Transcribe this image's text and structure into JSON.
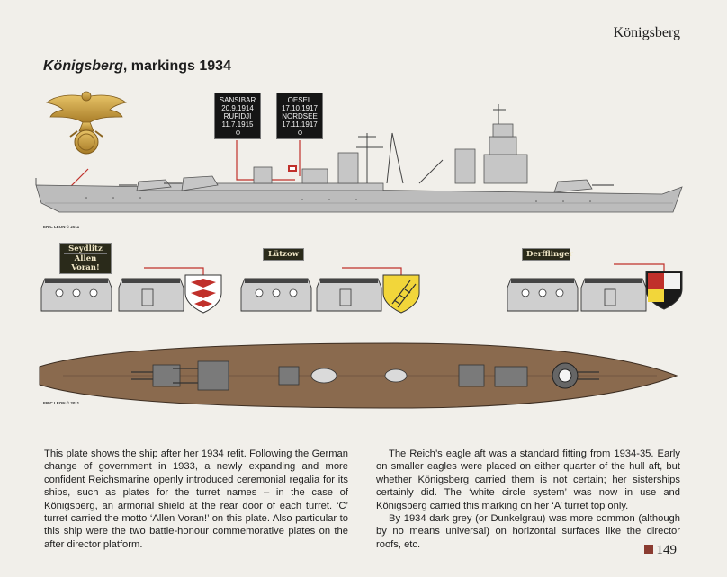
{
  "running_head": "Königsberg",
  "plate": {
    "ship_name": "Königsberg",
    "title_rest": ", markings 1934"
  },
  "honour_plates": [
    {
      "lines": [
        "SANSIBAR",
        "20.9.1914",
        "RUFIDJI",
        "11.7.1915"
      ]
    },
    {
      "lines": [
        "OESEL",
        "17.10.1917",
        "NORDSEE",
        "17.11.1917"
      ]
    }
  ],
  "credits": {
    "profile": "ERIC LEON © 2011",
    "plan": "ERIC LEON © 2011"
  },
  "turret_names": [
    {
      "name": "Seydlitz",
      "motto": "Allen Voran!"
    },
    {
      "name": "Lützow"
    },
    {
      "name": "Derfflinger"
    }
  ],
  "colors": {
    "hull_grey": "#bcbcbc",
    "deck_brown": "#8a6a4e",
    "plate_red": "#c0302b",
    "rule": "#c4694e",
    "accent": "#8a3b30"
  },
  "text": {
    "left": "This plate shows the ship after her 1934 refit. Following the German change of government in 1933, a newly expanding and more confident Reichsmarine openly introduced ceremonial regalia for its ships, such as plates for the turret names – in the case of Königsberg, an armorial shield at the rear door of each turret. ‘C’ turret carried the motto ‘Allen Voran!’ on this plate. Also particular to this ship were the two battle-honour commemorative plates on the after director platform.",
    "right_p1": "The Reich’s eagle aft was a standard fitting from 1934-35. Early on smaller eagles were placed on either quarter of the hull aft, but whether Königsberg carried them is not certain; her sisterships certainly did. The ‘white circle system’ was now in use and Königsberg carried this marking on her ‘A’ turret top only.",
    "right_p2": "By 1934 dark grey (or Dunkelgrau) was more common (although by no means universal) on horizontal surfaces like the director roofs, etc."
  },
  "page_number": "149"
}
